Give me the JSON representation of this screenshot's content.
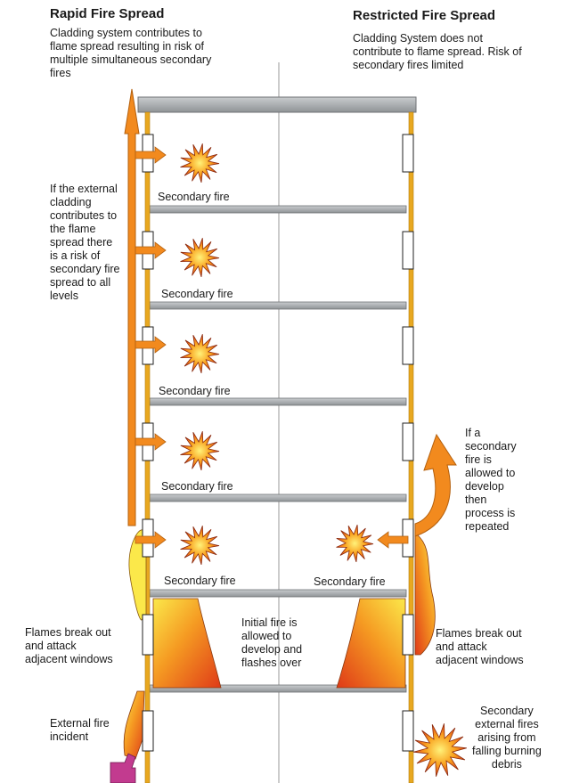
{
  "left": {
    "title": "Rapid Fire Spread",
    "description": "Cladding system contributes to\nflame spread resulting in risk of\nmultiple simultaneous secondary\nfires",
    "side_note": "If the external\ncladding\ncontributes to\nthe flame\nspread there\nis a risk of\nsecondary fire\nspread to all\nlevels",
    "secondary_fire_label": "Secondary fire",
    "flames_label": "Flames break out\nand attack\nadjacent windows",
    "external_fire_label": "External fire\nincident"
  },
  "right": {
    "title": "Restricted Fire Spread",
    "description": "Cladding System does not\ncontribute to flame spread. Risk of\nsecondary fires limited",
    "repeat_note": "If a\nsecondary\nfire is\nallowed to\ndevelop\nthen\nprocess is\nrepeated",
    "secondary_fire_label": "Secondary fire",
    "flames_label": "Flames break out\nand attack\nadjacent windows",
    "external_fires_label": "Secondary\nexternal fires\narising from\nfalling burning\ndebris"
  },
  "center": {
    "initial_fire_label": "Initial fire is\nallowed to\ndevelop and\nflashes over"
  },
  "colors": {
    "cladding": "#e8a820",
    "slab": "#a9adb0",
    "arrow": "#f28a1e",
    "flame_dark": "#e0401a",
    "flame_light": "#fbe84a",
    "ground_object": "#c23b8f"
  }
}
